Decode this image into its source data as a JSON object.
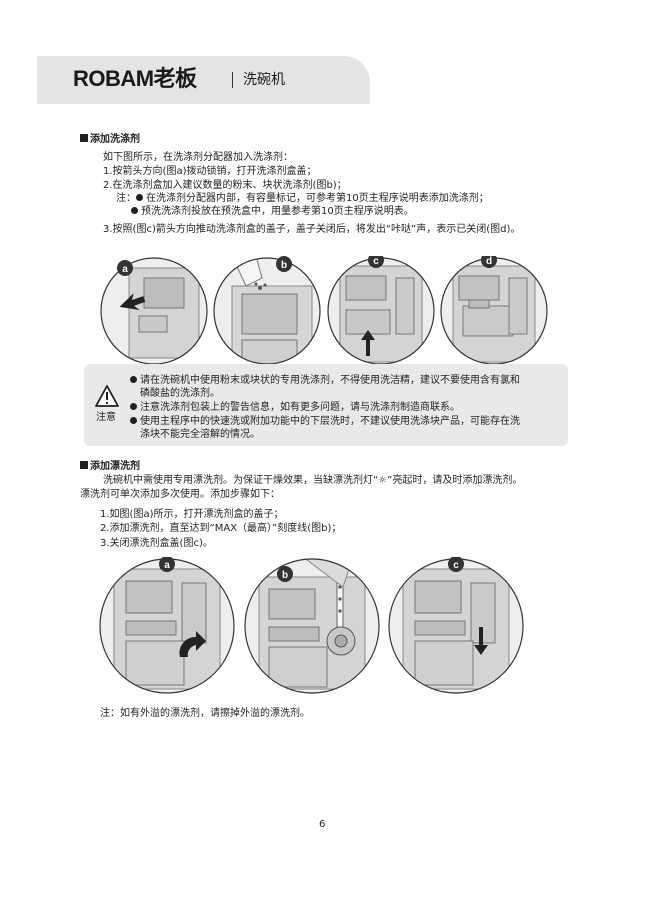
{
  "header": {
    "brand": "ROBAM老板",
    "product": "洗碗机"
  },
  "detergent": {
    "title": "添加洗涤剂",
    "intro": "如下图所示，在洗涤剂分配器加入洗涤剂：",
    "step1": "1.按箭头方向(图a)拨动锁销，打开洗涤剂盒盖；",
    "step2": "2.在洗涤剂盒加入建议数量的粉末、块状洗涤剂(图b)；",
    "note_prefix": "注：",
    "note1": "在洗涤剂分配器内部，有容量标记，可参考第10页主程序说明表添加洗涤剂；",
    "note2": "预洗洗涤剂投放在预洗盒中，用量参考第10页主程序说明表。",
    "step3": "3.按照(图c)箭头方向推动洗涤剂盒的盖子，盖子关闭后，将发出“咔哒”声，表示已关闭(图d)。",
    "figure_labels": [
      "a",
      "b",
      "c",
      "d"
    ]
  },
  "warning": {
    "label": "注意",
    "item1_line1": "请在洗碗机中使用粉末或块状的专用洗涤剂，不得使用洗洁精，建议不要使用含有氯和",
    "item1_line2": "磷酸盐的洗涤剂。",
    "item2": "注意洗涤剂包装上的警告信息，如有更多问题，请与洗涤剂制造商联系。",
    "item3_line1": "使用主程序中的快速洗或附加功能中的下层洗时，不建议使用洗涤块产品，可能存在洗",
    "item3_line2": "涤块不能完全溶解的情况。"
  },
  "rinse": {
    "title": "添加漂洗剂",
    "intro_line1": "洗碗机中需使用专用漂洗剂。为保证干燥效果，当缺漂洗剂灯“☼”亮起时，请及时添加漂洗剂。",
    "intro_line2": "漂洗剂可单次添加多次使用。添加步骤如下：",
    "step1": "1.如图(图a)所示，打开漂洗剂盒的盖子；",
    "step2": "2.添加漂洗剂，直至达到“MAX（最高）”刻度线(图b)；",
    "step3": "3.关闭漂洗剂盒盖(图c)。",
    "figure_labels": [
      "a",
      "b",
      "c"
    ],
    "note": "注：如有外溢的漂洗剂，请擦掉外溢的漂洗剂。"
  },
  "page_number": "6",
  "colors": {
    "header_bg": "#e3e4e5",
    "warning_bg": "#e8e9ea",
    "text": "#231f20"
  }
}
